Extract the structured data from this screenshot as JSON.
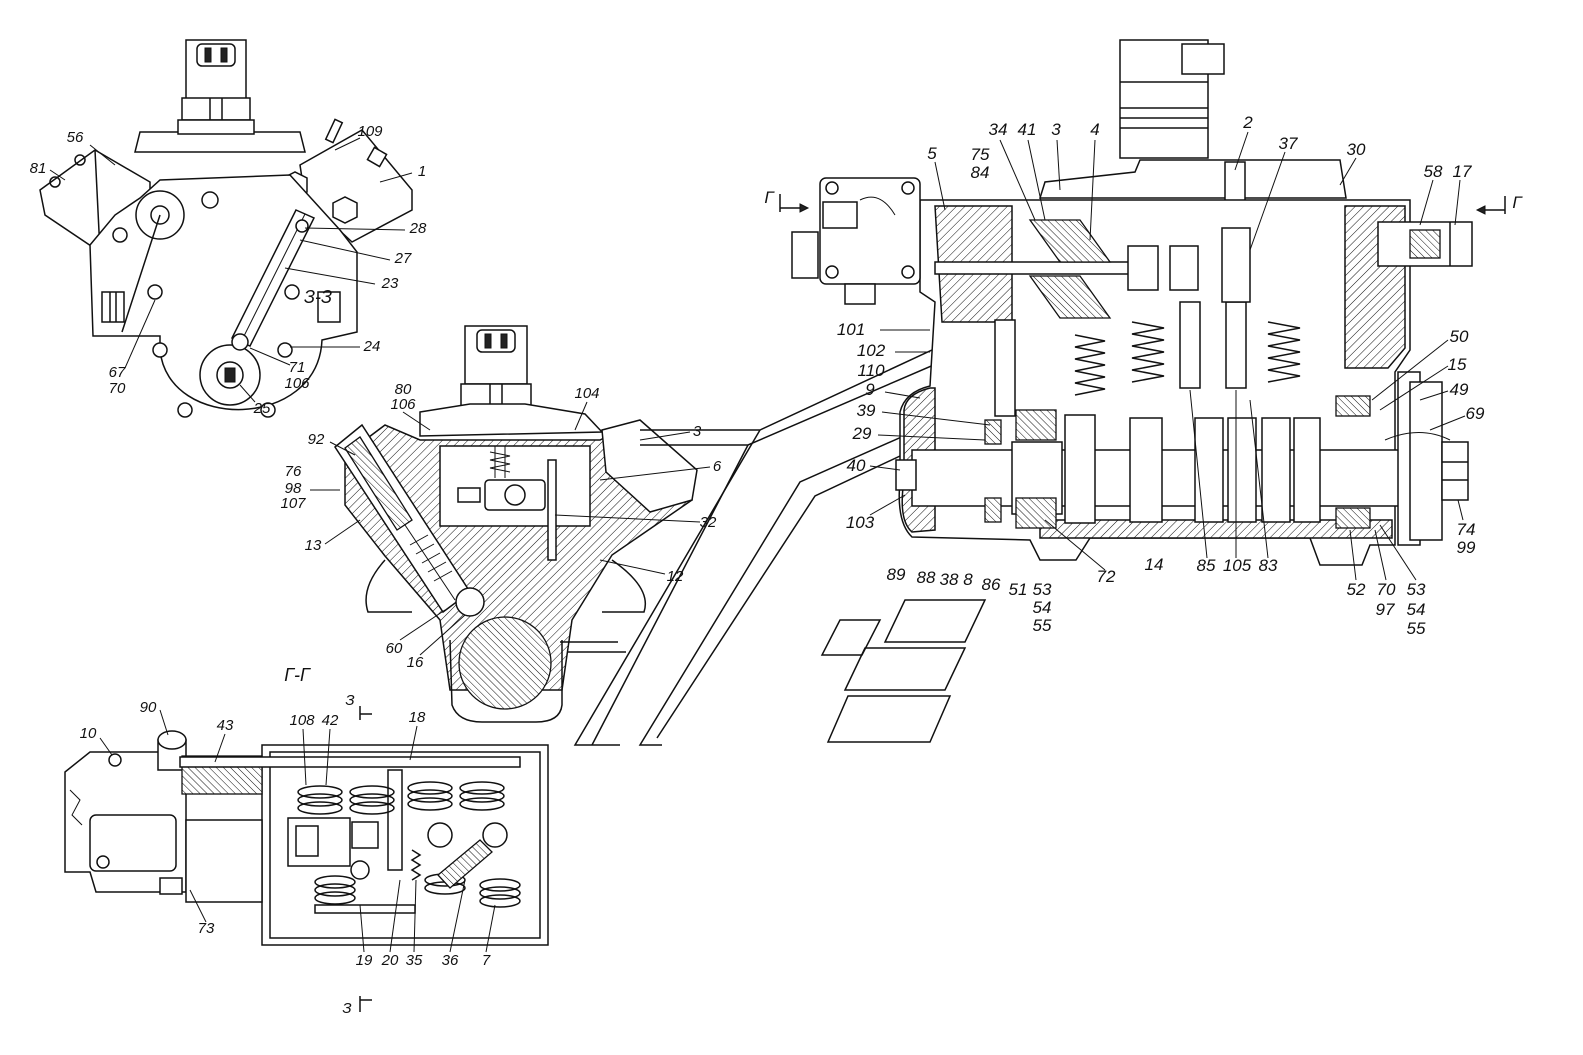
{
  "front_view": {
    "callouts": [
      "56",
      "81",
      "109",
      "1",
      "28",
      "27",
      "23",
      "24",
      "71",
      "106",
      "25",
      "67",
      "70"
    ]
  },
  "section_3_3": {
    "title": "З-З",
    "callouts": [
      "80",
      "106",
      "104",
      "3",
      "6",
      "92",
      "76",
      "98",
      "107",
      "32",
      "13",
      "12",
      "60",
      "16"
    ]
  },
  "longitudinal_section": {
    "section_mark_left": "Г",
    "section_mark_right": "Г",
    "callouts": [
      "5",
      "34",
      "41",
      "3",
      "4",
      "75",
      "84",
      "2",
      "37",
      "30",
      "58",
      "17",
      "101",
      "102",
      "110",
      "9",
      "39",
      "29",
      "40",
      "103",
      "50",
      "15",
      "49",
      "69",
      "74",
      "99",
      "89",
      "88",
      "38",
      "8",
      "86",
      "51",
      "53",
      "54",
      "55",
      "72",
      "14",
      "85",
      "105",
      "83",
      "52",
      "70",
      "97",
      "53",
      "54",
      "55"
    ]
  },
  "section_G_G": {
    "title": "Г-Г",
    "cut_mark_top": "З",
    "cut_mark_bottom": "З",
    "callouts": [
      "90",
      "10",
      "43",
      "108",
      "42",
      "18",
      "73",
      "19",
      "20",
      "35",
      "36",
      "7"
    ]
  }
}
